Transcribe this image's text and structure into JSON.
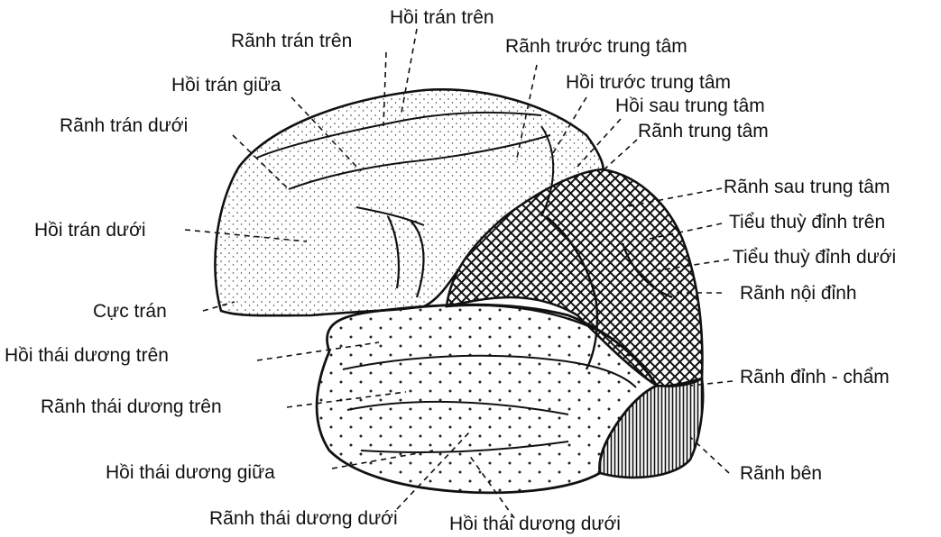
{
  "labels": {
    "superior_frontal_gyrus": "Hồi trán trên",
    "superior_frontal_sulcus": "Rãnh trán trên",
    "precentral_sulcus": "Rãnh trước trung tâm",
    "middle_frontal_gyrus": "Hồi trán giữa",
    "precentral_gyrus": "Hồi trước trung tâm",
    "postcentral_gyrus": "Hồi sau trung tâm",
    "inferior_frontal_sulcus": "Rãnh trán dưới",
    "central_sulcus": "Rãnh trung tâm",
    "postcentral_sulcus": "Rãnh sau trung tâm",
    "superior_parietal_lobule": "Tiểu thuỳ đỉnh trên",
    "inferior_frontal_gyrus": "Hồi trán dưới",
    "inferior_parietal_lobule": "Tiểu thuỳ đỉnh dưới",
    "intraparietal_sulcus": "Rãnh nội đỉnh",
    "frontal_pole": "Cực trán",
    "superior_temporal_gyrus": "Hồi thái dương trên",
    "parieto_occipital_sulcus": "Rãnh đỉnh - chẩm",
    "superior_temporal_sulcus": "Rãnh thái dương trên",
    "middle_temporal_gyrus": "Hồi thái dương giữa",
    "lateral_sulcus": "Rãnh bên",
    "inferior_temporal_sulcus": "Rãnh thái dương dưới",
    "inferior_temporal_gyrus": "Hồi thái dương dưới"
  }
}
